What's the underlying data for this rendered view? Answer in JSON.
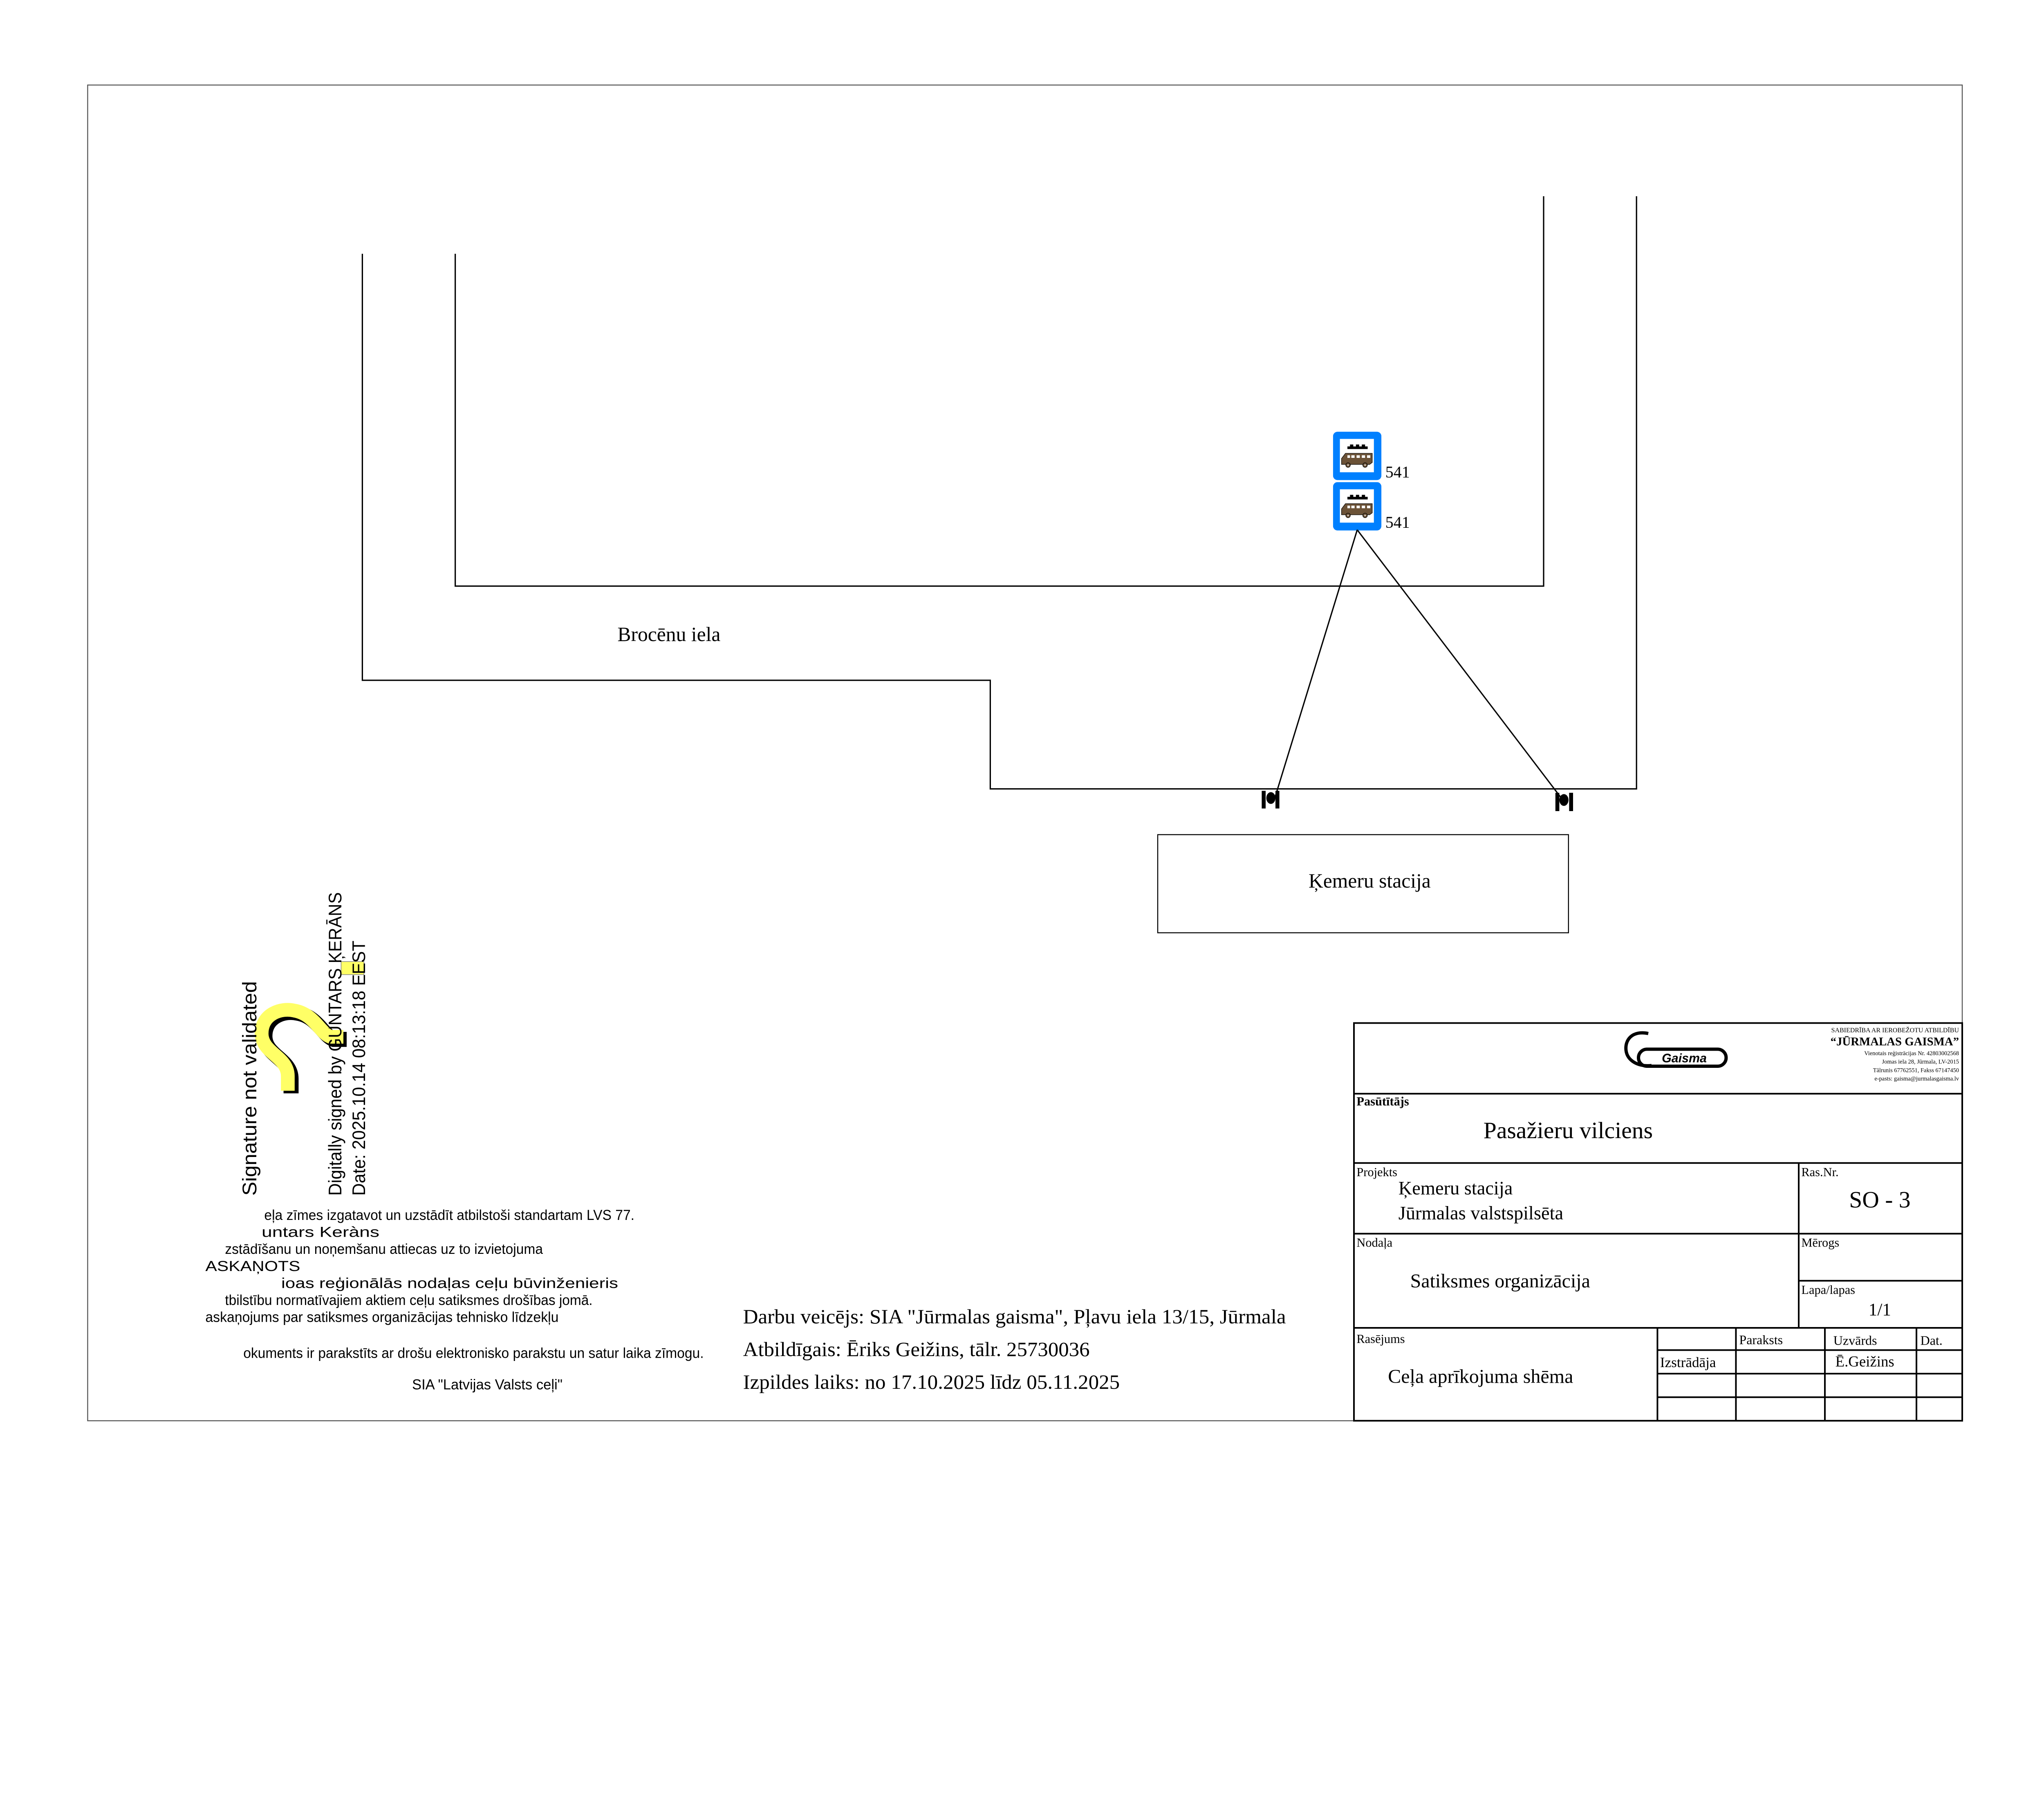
{
  "map": {
    "street_label": "Brocēnu iela",
    "station_label": "Ķemeru stacija",
    "signs": [
      {
        "icon": "bus-taxi-stop-sign",
        "label": "541"
      },
      {
        "icon": "bus-taxi-stop-sign",
        "label": "541"
      }
    ],
    "sign_color": "#0080ff",
    "bus_color": "#6b5237"
  },
  "signature": {
    "status": "Signature not validated",
    "signed_by": "Digitally signed by GUNTARS ĶERĀNS",
    "date": "Date: 2025.10.14 08:13:18 EEST",
    "icon": "question-mark-icon"
  },
  "approval_notes": {
    "line1": "eļa zīmes izgatavot un uzstādīt atbilstoši standartam LVS 77.",
    "line2": "untars Keràns",
    "line3": "zstādīšanu un noņemšanu attiecas uz to izvietojuma",
    "line4": "ASKAŅOTS",
    "line5": "ioas reģionālās nodaļas ceļu būvinženieris",
    "line6": "tbilstību normatīvajiem aktiem ceļu satiksmes drošības jomā.",
    "line7": "askaņojums par satiksmes organizācijas tehnisko līdzekļu",
    "line8": "okuments ir parakstīts ar drošu elektronisko parakstu un satur laika zīmogu.",
    "line9": "SIA \"Latvijas Valsts ceļi\""
  },
  "contractor": {
    "performer": "Darbu veicējs: SIA \"Jūrmalas gaisma\", Pļavu iela 13/15, Jūrmala",
    "responsible": "Atbildīgais: Ēriks Geižins, tālr. 25730036",
    "period": "Izpildes laiks: no 17.10.2025 līdz 05.11.2025"
  },
  "title_block": {
    "logo_text": "Gaisma",
    "company_type": "SABIEDRĪBA AR IEROBEŽOTU ATBILDĪBU",
    "company_name": "“JŪRMALAS GAISMA”",
    "reg_no": "Vienotais reģistrācijas Nr. 42803002568",
    "address": "Jomas iela 28, Jūrmala, LV-2015",
    "phone": "Tālrunis 67762551, Fakss 67147450",
    "email": "e-pasts: gaisma@jurmalasgaisma.lv",
    "client_label": "Pasūtītājs",
    "client": "Pasažieru vilciens",
    "project_label": "Projekts",
    "project_line1": "Ķemeru stacija",
    "project_line2": "Jūrmalas valstspilsēta",
    "drawing_no_label": "Ras.Nr.",
    "drawing_no": "SO - 3",
    "department_label": "Nodaļa",
    "department": "Satiksmes organizācija",
    "scale_label": "Mērogs",
    "sheet_label": "Lapa/lapas",
    "sheet": "1/1",
    "drawing_label": "Rasējums",
    "drawing": "Ceļa aprīkojuma shēma",
    "sign_header": "Paraksts",
    "name_header": "Uzvārds",
    "date_header": "Dat.",
    "role": "Izstrādāja",
    "role_name": "Ē.Geižins"
  }
}
